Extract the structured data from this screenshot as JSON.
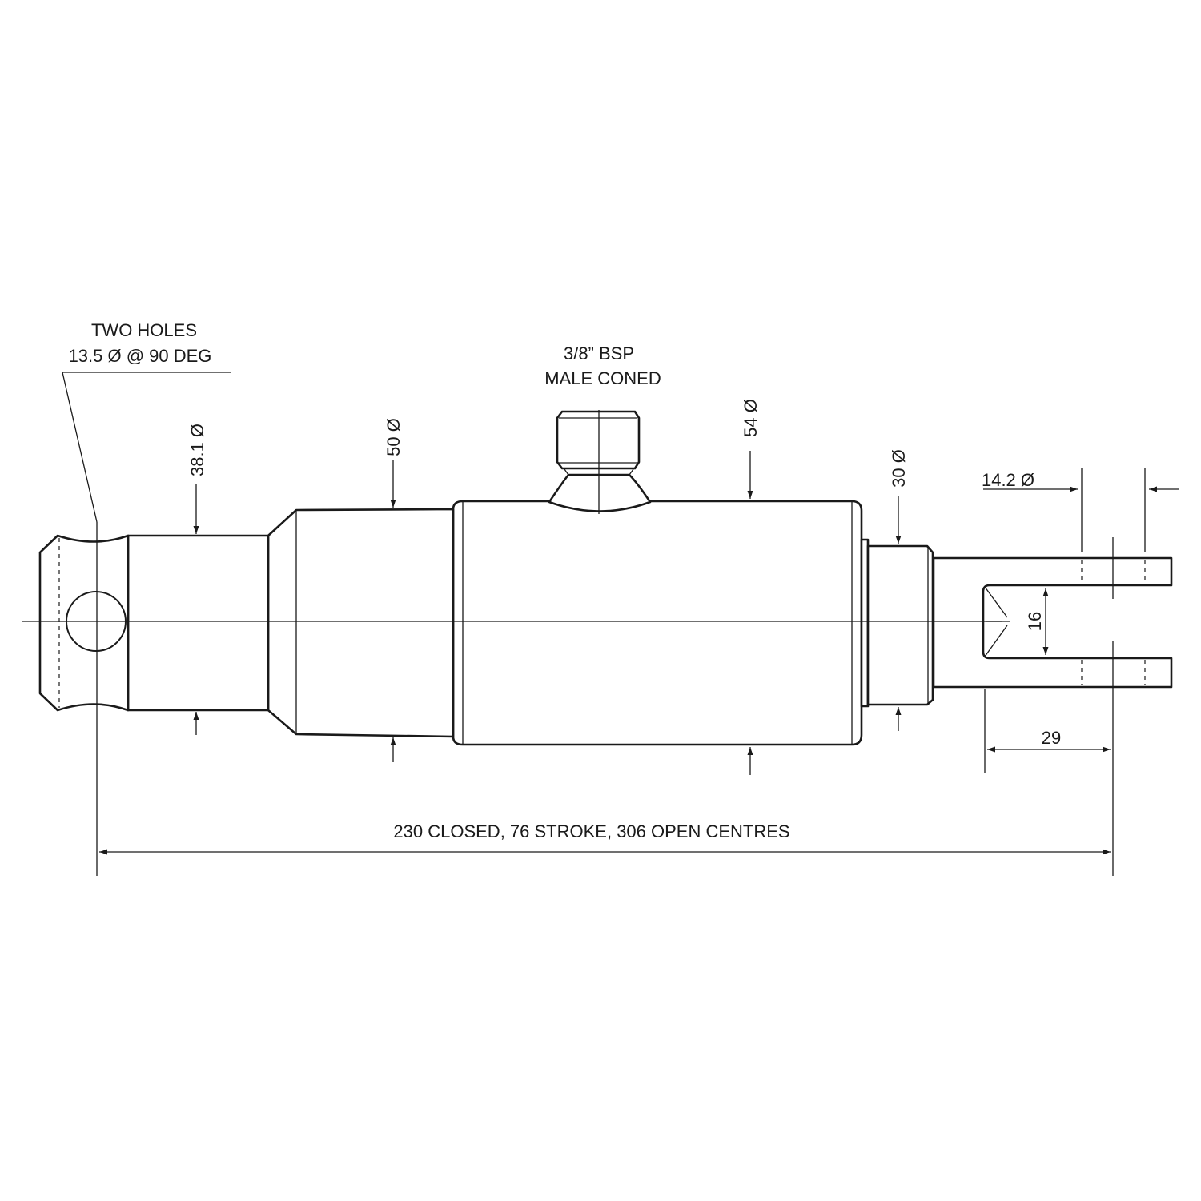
{
  "colors": {
    "ink": "#1a1a1a",
    "background": "#ffffff"
  },
  "labels": {
    "holes_line1": "TWO HOLES",
    "holes_line2": "13.5 Ø @ 90 DEG",
    "port_line1": "3/8” BSP",
    "port_line2": "MALE CONED",
    "rod_diameter": "38.1 Ø",
    "barrel_diameter_small": "50 Ø",
    "barrel_diameter_large": "54 Ø",
    "gland_diameter": "30 Ø",
    "clevis_pin_diameter": "14.2 Ø",
    "clevis_gap": "16",
    "clevis_depth": "29",
    "overall_length": "230 CLOSED, 76 STROKE, 306 OPEN CENTRES"
  }
}
